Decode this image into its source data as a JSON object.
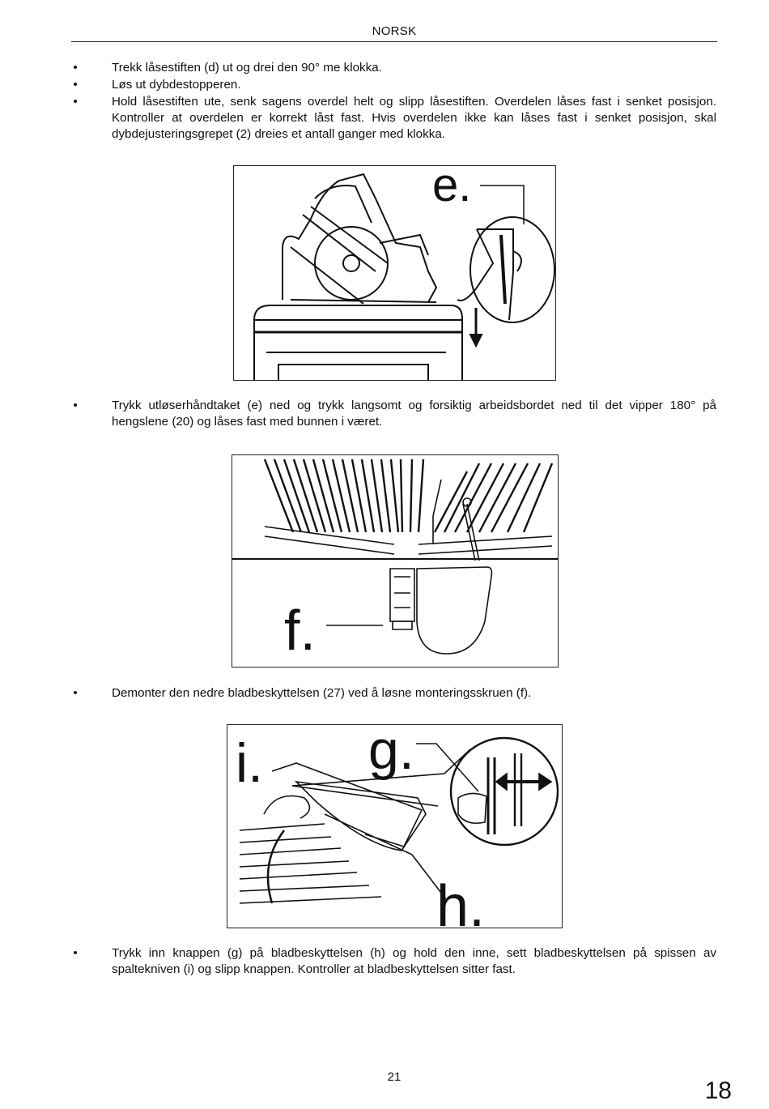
{
  "header": {
    "title": "NORSK"
  },
  "instructions": [
    {
      "bullet": "•",
      "text": "Trekk låsestiften (d) ut og drei den 90° me klokka."
    },
    {
      "bullet": "•",
      "text": "Løs ut dybdestopperen."
    },
    {
      "bullet": "•",
      "text": "Hold låsestiften ute, senk sagens overdel helt og slipp låsestiften. Overdelen låses fast i senket posisjon. Kontroller at overdelen er korrekt låst fast. Hvis overdelen ikke kan låses fast i senket posisjon, skal dybdejusteringsgrepet (2) dreies et antall ganger med klokka."
    },
    {
      "bullet": "•",
      "text": "Trykk utløserhåndtaket (e) ned og trykk langsomt og forsiktig arbeidsbordet ned til det vipper 180° på hengslene (20) og låses fast med bunnen i været."
    },
    {
      "bullet": "•",
      "text": "Demonter den nedre bladbeskyttelsen (27) ved å løsne monteringsskruen (f)."
    },
    {
      "bullet": "•",
      "text": "Trykk inn knappen (g) på bladbeskyttelsen (h) og hold den inne, sett bladbeskyttelsen på spissen av spaltekniven (i) og slipp knappen. Kontroller at bladbeskyttelsen sitter fast."
    }
  ],
  "figures": {
    "fig1": {
      "labels": [
        "e."
      ]
    },
    "fig2": {
      "labels": [
        "f."
      ]
    },
    "fig3": {
      "labels": [
        "i.",
        "g.",
        "h."
      ]
    }
  },
  "footer": {
    "page_number": "21",
    "corner_number": "18"
  }
}
